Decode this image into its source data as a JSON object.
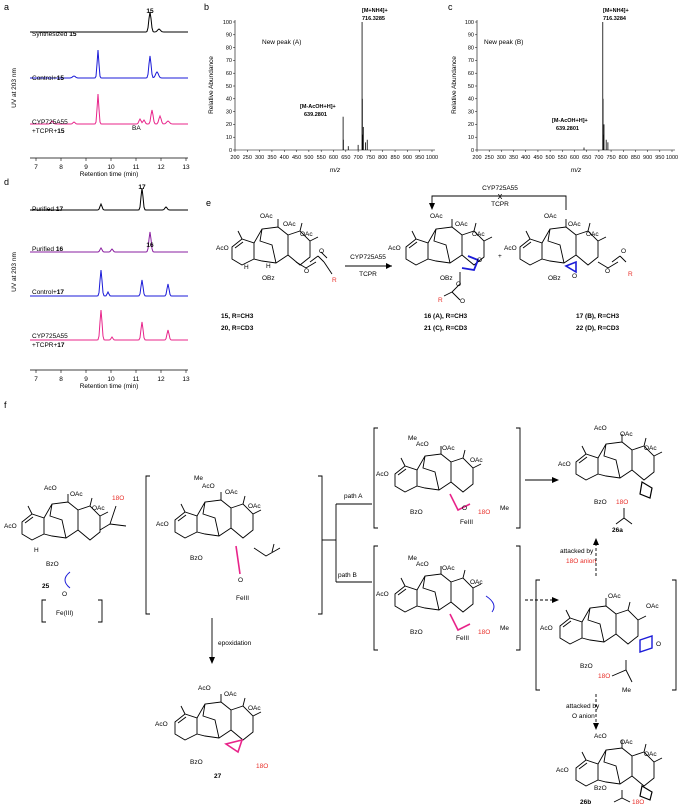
{
  "panel_labels": {
    "a": "a",
    "b": "b",
    "c": "c",
    "d": "d",
    "e": "e",
    "f": "f"
  },
  "hplc_a": {
    "ylabel": "UV at 203 nm",
    "xlabel": "Retention time (min)",
    "ticks": [
      "7",
      "8",
      "9",
      "10",
      "11",
      "12",
      "13"
    ],
    "traces": [
      {
        "label": "Synthesized",
        "compound": "15",
        "peak_label": "15",
        "color": "#000000"
      },
      {
        "label": "Control+",
        "compound": "15",
        "color": "#1b1bd8"
      },
      {
        "label": "CYP725A55",
        "label2": "+TCPR+",
        "compound": "15",
        "color": "#e8248a"
      }
    ],
    "annotation": "BA"
  },
  "ms_b": {
    "title": "New peak (A)",
    "ylabel": "Relative Abundance",
    "xlabel": "m/z",
    "yticks": [
      "0",
      "10",
      "20",
      "30",
      "40",
      "50",
      "60",
      "70",
      "80",
      "90",
      "100"
    ],
    "xticks": [
      "200",
      "250",
      "300",
      "350",
      "400",
      "450",
      "500",
      "550",
      "600",
      "650",
      "700",
      "750",
      "800",
      "850",
      "900",
      "950",
      "1000"
    ],
    "ion1": "[M+NH4]+",
    "ion1_mz": "716.3285",
    "ion2": "[M-AcOH+H]+",
    "ion2_mz": "639.2801"
  },
  "ms_c": {
    "title": "New peak (B)",
    "ylabel": "Relative Abundance",
    "xlabel": "m/z",
    "yticks": [
      "0",
      "10",
      "20",
      "30",
      "40",
      "50",
      "60",
      "70",
      "80",
      "90",
      "100"
    ],
    "xticks": [
      "200",
      "250",
      "300",
      "350",
      "400",
      "450",
      "500",
      "550",
      "600",
      "650",
      "700",
      "750",
      "800",
      "850",
      "900",
      "950",
      "1000"
    ],
    "ion1": "[M+NH4]+",
    "ion1_mz": "716.3284",
    "ion2": "[M-AcOH+H]+",
    "ion2_mz": "639.2801"
  },
  "hplc_d": {
    "ylabel": "UV at 203 nm",
    "xlabel": "Retention time (min)",
    "ticks": [
      "7",
      "8",
      "9",
      "10",
      "11",
      "12",
      "13"
    ],
    "traces": [
      {
        "label": "Purified",
        "compound": "17",
        "peak_label": "17",
        "color": "#000000"
      },
      {
        "label": "Purified",
        "compound": "16",
        "peak_label": "16",
        "color": "#8a1fa0"
      },
      {
        "label": "Control+",
        "compound": "17",
        "color": "#1b1bd8"
      },
      {
        "label": "CYP725A55",
        "label2": "+TCPR+",
        "compound": "17",
        "color": "#e8248a"
      }
    ]
  },
  "scheme_e": {
    "enzyme": "CYP725A55",
    "cofactor": "TCPR",
    "back_enzyme": "CYP725A55",
    "back_cofactor": "TCPR",
    "cross": "x",
    "plus": "+",
    "c15": "15, R=CH3",
    "c20": "20, R=CD3",
    "c16": "16 (A), R=CH3",
    "c21": "21 (C), R=CD3",
    "c17": "17 (B), R=CH3",
    "c22": "22 (D), R=CD3",
    "R": "R",
    "OAc": "OAc",
    "AcO": "AcO",
    "OBz": "OBz",
    "H": "H",
    "O": "O"
  },
  "scheme_f": {
    "c25": "25",
    "c27": "27",
    "c26a": "26a",
    "c26b": "26b",
    "fe": "Fe(III)",
    "feIII": "FeIII",
    "epox": "epoxidation",
    "pathA": "path A",
    "pathB": "path B",
    "att18": "attacked by",
    "att18b": "18O anion",
    "attO": "attacked by",
    "attOb": "O anion",
    "O18": "18O",
    "Me": "Me",
    "OAc": "OAc",
    "AcO": "AcO",
    "BzO": "BzO",
    "H": "H",
    "O": "O"
  },
  "colors": {
    "black": "#000000",
    "blue": "#1b1bd8",
    "magenta": "#e8248a",
    "purple": "#8a1fa0",
    "red": "#e8302a"
  }
}
